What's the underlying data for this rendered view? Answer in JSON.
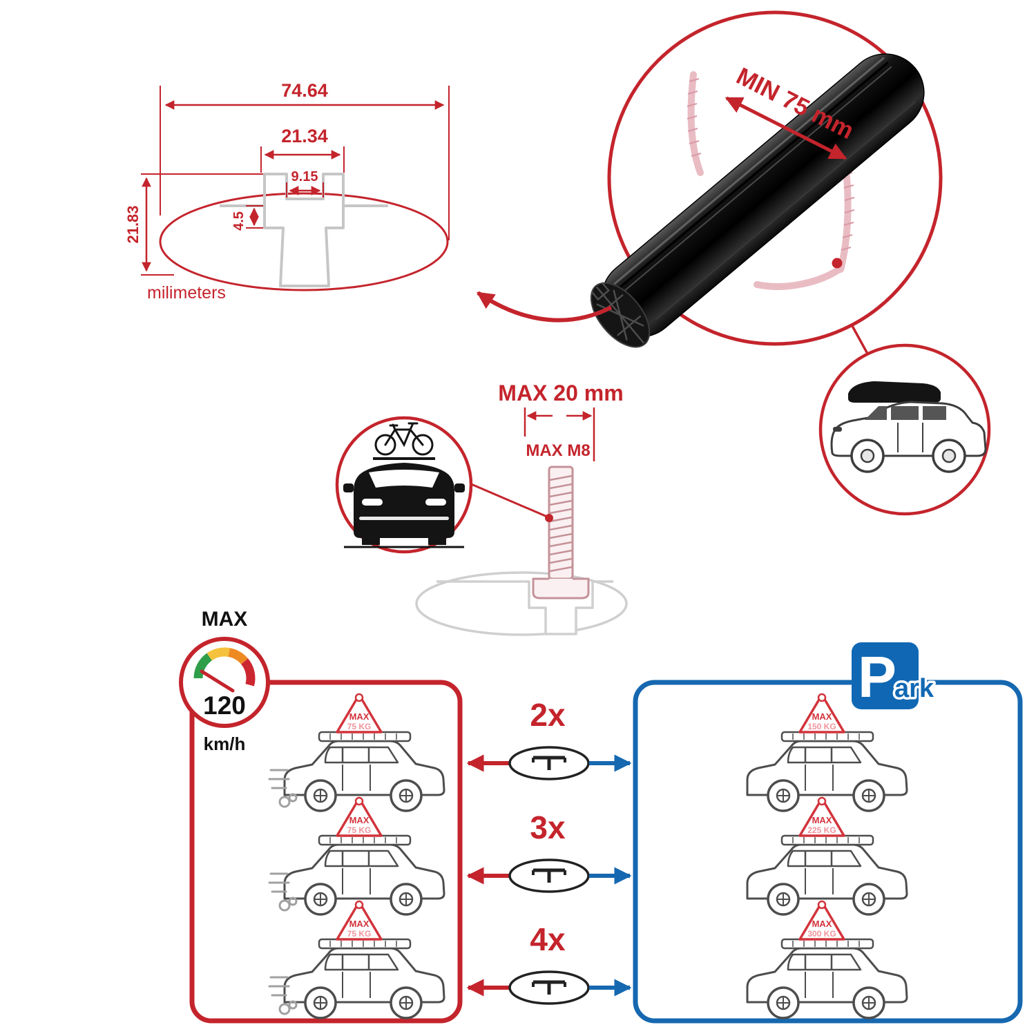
{
  "colors": {
    "accent_red": "#c4242c",
    "accent_blue": "#1668b0",
    "tag_red": "#d2333b",
    "tag_pink": "#f0939b",
    "profile_grey": "#c6c6c6",
    "bolt_pink": "#c49298",
    "bar_black": "#111111"
  },
  "dimension_drawing": {
    "total_width": "74.64",
    "channel_outer_width": "21.34",
    "slot_inner_width": "9.15",
    "lip_depth": "4.5",
    "total_height": "21.83",
    "units_label": "milimeters"
  },
  "crossbar_detail": {
    "min_span_label": "MIN 75 mm"
  },
  "bolt_detail": {
    "max_width_label": "MAX 20 mm",
    "max_thread_label": "MAX M8"
  },
  "speed_limit": {
    "title": "MAX",
    "value": "120",
    "unit": "km/h"
  },
  "driving_panel": {
    "cars": [
      {
        "tag_title": "MAX",
        "tag_value": "75 KG"
      },
      {
        "tag_title": "MAX",
        "tag_value": "75 KG"
      },
      {
        "tag_title": "MAX",
        "tag_value": "75 KG"
      }
    ]
  },
  "crossbar_quantities": {
    "rows": [
      {
        "label": "2x"
      },
      {
        "label": "3x"
      },
      {
        "label": "4x"
      }
    ]
  },
  "parking_panel": {
    "sign_letter": "P",
    "sign_suffix": "ark",
    "cars": [
      {
        "tag_title": "MAX",
        "tag_value": "150 KG"
      },
      {
        "tag_title": "MAX",
        "tag_value": "225 KG"
      },
      {
        "tag_title": "MAX",
        "tag_value": "300 KG"
      }
    ]
  }
}
